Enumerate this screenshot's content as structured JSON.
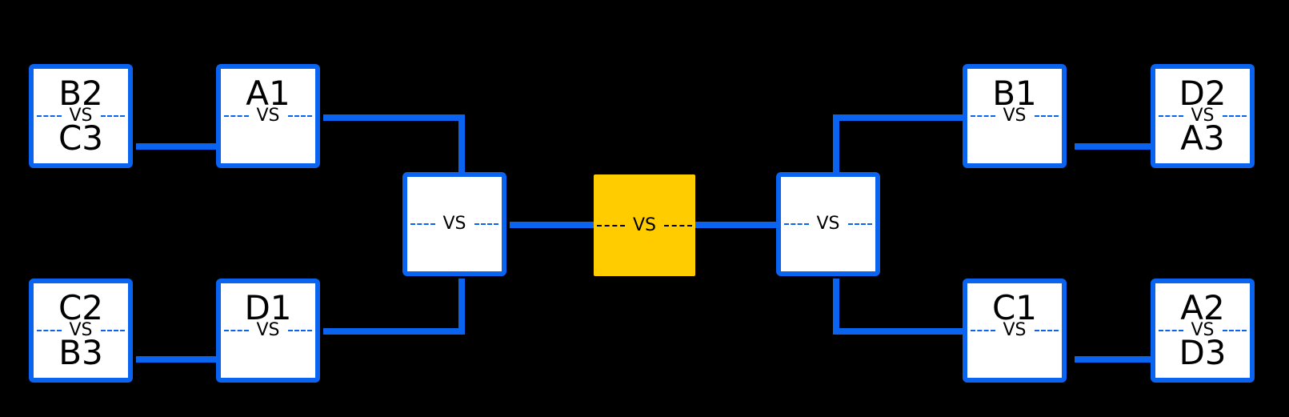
{
  "vs_label": "VS",
  "colors": {
    "background": "#000000",
    "line": "#0a64f0",
    "box_border": "#0a64f0",
    "box_fill": "#ffffff",
    "final_fill": "#ffcc00"
  },
  "matches": {
    "left_r1_top": {
      "top": "B2",
      "bottom": "C3"
    },
    "left_r1_bottom": {
      "top": "C2",
      "bottom": "B3"
    },
    "left_r2_top": {
      "top": "A1",
      "bottom": ""
    },
    "left_r2_bottom": {
      "top": "D1",
      "bottom": ""
    },
    "left_semi": {
      "top": "",
      "bottom": ""
    },
    "final": {
      "top": "",
      "bottom": ""
    },
    "right_semi": {
      "top": "",
      "bottom": ""
    },
    "right_r2_top": {
      "top": "B1",
      "bottom": ""
    },
    "right_r2_bottom": {
      "top": "C1",
      "bottom": ""
    },
    "right_r1_top": {
      "top": "D2",
      "bottom": "A3"
    },
    "right_r1_bottom": {
      "top": "A2",
      "bottom": "D3"
    }
  }
}
